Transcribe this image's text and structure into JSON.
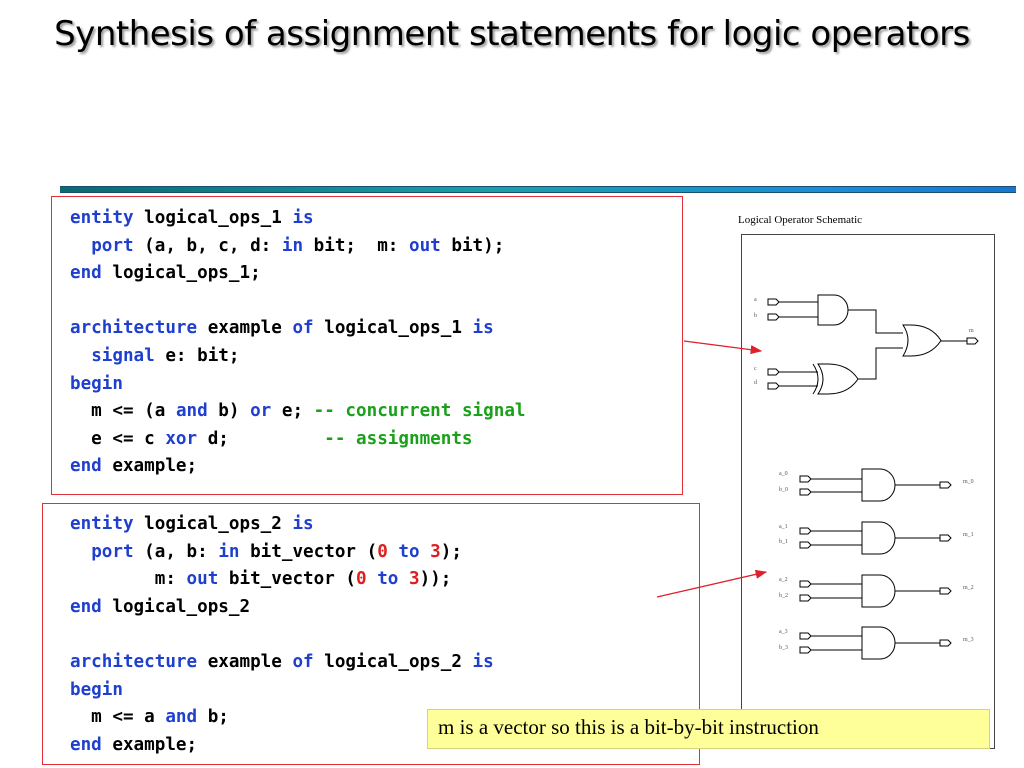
{
  "slide": {
    "title": "Synthesis of assignment statements for logic operators"
  },
  "code_block_1": {
    "lines": [
      [
        {
          "t": "entity",
          "c": "kw"
        },
        {
          "t": " logical_ops_1 "
        },
        {
          "t": "is",
          "c": "kw"
        }
      ],
      [
        {
          "t": "  "
        },
        {
          "t": "port",
          "c": "kw"
        },
        {
          "t": " (a, b, c, d: "
        },
        {
          "t": "in",
          "c": "kw"
        },
        {
          "t": " bit;  m: "
        },
        {
          "t": "out",
          "c": "kw"
        },
        {
          "t": " bit);"
        }
      ],
      [
        {
          "t": "end",
          "c": "kw"
        },
        {
          "t": " logical_ops_1;"
        }
      ],
      [
        {
          "t": ""
        }
      ],
      [
        {
          "t": "architecture",
          "c": "kw"
        },
        {
          "t": " example "
        },
        {
          "t": "of",
          "c": "kw"
        },
        {
          "t": " logical_ops_1 "
        },
        {
          "t": "is",
          "c": "kw"
        }
      ],
      [
        {
          "t": "  "
        },
        {
          "t": "signal",
          "c": "kw"
        },
        {
          "t": " e: bit;"
        }
      ],
      [
        {
          "t": "begin",
          "c": "kw"
        }
      ],
      [
        {
          "t": "  m <= (a "
        },
        {
          "t": "and",
          "c": "kw"
        },
        {
          "t": " b) "
        },
        {
          "t": "or",
          "c": "kw"
        },
        {
          "t": " e; "
        },
        {
          "t": "-- concurrent signal",
          "c": "cm"
        }
      ],
      [
        {
          "t": "  e <= c "
        },
        {
          "t": "xor",
          "c": "kw"
        },
        {
          "t": " d;         "
        },
        {
          "t": "-- assignments",
          "c": "cm"
        }
      ],
      [
        {
          "t": "end",
          "c": "kw"
        },
        {
          "t": " example;"
        }
      ]
    ]
  },
  "code_block_2": {
    "lines": [
      [
        {
          "t": "entity",
          "c": "kw"
        },
        {
          "t": " logical_ops_2 "
        },
        {
          "t": "is",
          "c": "kw"
        }
      ],
      [
        {
          "t": "  "
        },
        {
          "t": "port",
          "c": "kw"
        },
        {
          "t": " (a, b: "
        },
        {
          "t": "in",
          "c": "kw"
        },
        {
          "t": " bit_vector ("
        },
        {
          "t": "0",
          "c": "num"
        },
        {
          "t": " "
        },
        {
          "t": "to",
          "c": "kw"
        },
        {
          "t": " "
        },
        {
          "t": "3",
          "c": "num"
        },
        {
          "t": ");"
        }
      ],
      [
        {
          "t": "        m: "
        },
        {
          "t": "out",
          "c": "kw"
        },
        {
          "t": " bit_vector ("
        },
        {
          "t": "0",
          "c": "num"
        },
        {
          "t": " "
        },
        {
          "t": "to",
          "c": "kw"
        },
        {
          "t": " "
        },
        {
          "t": "3",
          "c": "num"
        },
        {
          "t": "));"
        }
      ],
      [
        {
          "t": "end",
          "c": "kw"
        },
        {
          "t": " logical_ops_2"
        }
      ],
      [
        {
          "t": ""
        }
      ],
      [
        {
          "t": "architecture",
          "c": "kw"
        },
        {
          "t": " example "
        },
        {
          "t": "of",
          "c": "kw"
        },
        {
          "t": " logical_ops_2 "
        },
        {
          "t": "is",
          "c": "kw"
        }
      ],
      [
        {
          "t": "begin",
          "c": "kw"
        }
      ],
      [
        {
          "t": "  m <= a "
        },
        {
          "t": "and",
          "c": "kw"
        },
        {
          "t": " b;"
        }
      ],
      [
        {
          "t": "end",
          "c": "kw"
        },
        {
          "t": " example;"
        }
      ]
    ]
  },
  "schematic": {
    "title": "Logical Operator Schematic",
    "circuit1_inputs": [
      "a",
      "b",
      "c",
      "d"
    ],
    "circuit1_output": "m",
    "circuit2_inputs": [
      [
        "a_0",
        "b_0"
      ],
      [
        "a_1",
        "b_1"
      ],
      [
        "a_2",
        "b_2"
      ],
      [
        "a_3",
        "b_3"
      ]
    ],
    "circuit2_outputs": [
      "m_0",
      "m_1",
      "m_2",
      "m_3"
    ]
  },
  "note": {
    "text": "m is a vector so this is a bit-by-bit instruction"
  },
  "colors": {
    "keyword": "#1f3fcf",
    "comment": "#1aa01a",
    "number": "#e02020",
    "box_border": "#e0303a",
    "arrow": "#e0202a",
    "note_bg": "#ffff99"
  }
}
